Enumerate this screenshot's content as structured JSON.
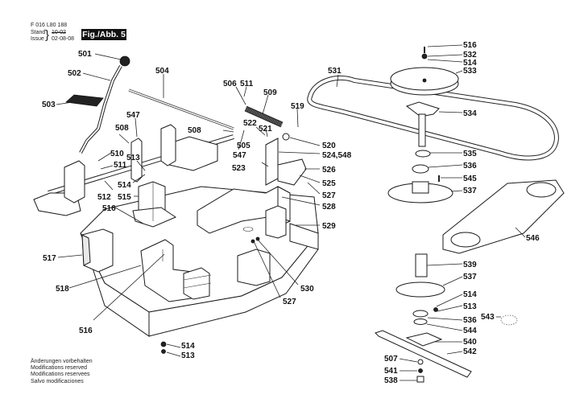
{
  "header": {
    "part_number": "F 016 L80 188",
    "stand_label": "Stand",
    "issue_label": "Issue",
    "struck_value": "10-02",
    "date": "02-08-08",
    "figure_label": "Fig./Abb. 5"
  },
  "footer": {
    "lines": [
      "Änderungen vorbehalten",
      "Modifications reserved",
      "Modifications reservees",
      "Salvo modificaciones"
    ]
  },
  "callouts": {
    "c501": "501",
    "c502": "502",
    "c503": "503",
    "c504": "504",
    "c506": "506",
    "c511a": "511",
    "c509": "509",
    "c519": "519",
    "c547a": "547",
    "c508a": "508",
    "c508b": "508",
    "c505": "505",
    "c547b": "547",
    "c522": "522",
    "c521": "521",
    "c520": "520",
    "c524": "524,548",
    "c523": "523",
    "c526": "526",
    "c525": "525",
    "c527a": "527",
    "c528": "528",
    "c529": "529",
    "c530": "530",
    "c527b": "527",
    "c510": "510",
    "c513a": "513",
    "c511b": "511",
    "c514a": "514",
    "c512": "512",
    "c515": "515",
    "c516a": "516",
    "c517": "517",
    "c518": "518",
    "c516b": "516",
    "c514b": "514",
    "c513b": "513",
    "c531": "531",
    "c516c": "516",
    "c532": "532",
    "c514c": "514",
    "c533": "533",
    "c534": "534",
    "c535": "535",
    "c536a": "536",
    "c545": "545",
    "c537a": "537",
    "c546": "546",
    "c539": "539",
    "c537b": "537",
    "c514d": "514",
    "c513c": "513",
    "c543": "543",
    "c536b": "536",
    "c544": "544",
    "c540": "540",
    "c542": "542",
    "c507": "507",
    "c541": "541",
    "c538": "538"
  }
}
